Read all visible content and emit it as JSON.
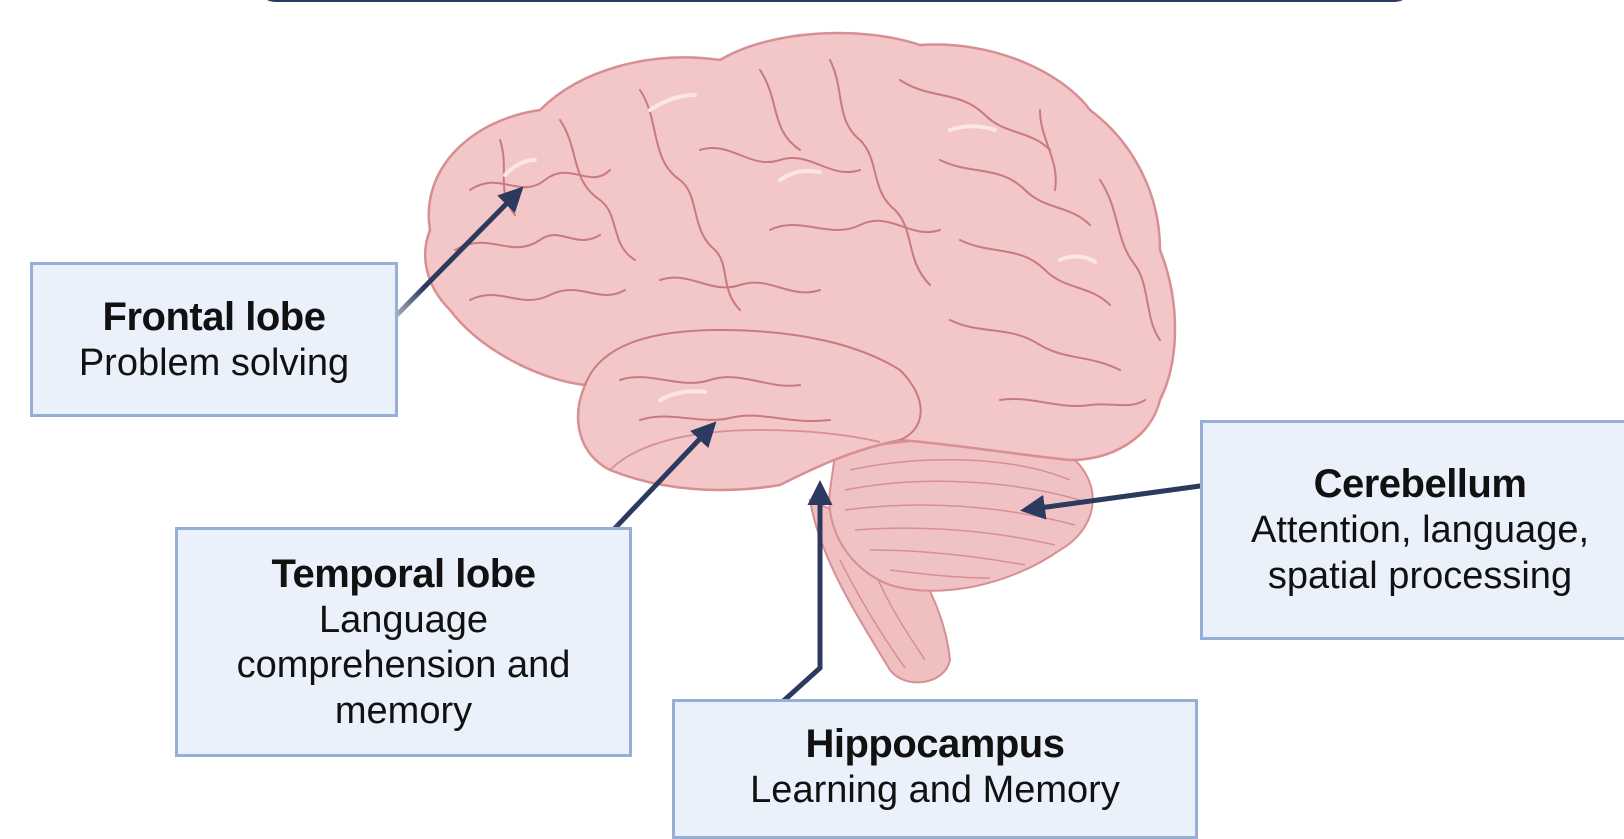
{
  "colors": {
    "arrow": "#2c3a60",
    "box_fill": "#eaf1fb",
    "box_border": "#97aed6",
    "brain_fill": "#f2c3c5",
    "brain_outline": "#d88f93",
    "brain_fold": "#c97a80"
  },
  "labels": {
    "frontal": {
      "title": "Frontal lobe",
      "lines": [
        "Problem solving"
      ]
    },
    "temporal": {
      "title": "Temporal lobe",
      "lines": [
        "Language",
        "comprehension and",
        "memory"
      ]
    },
    "hippocampus": {
      "title": "Hippocampus",
      "lines": [
        "Learning and Memory"
      ]
    },
    "cerebellum": {
      "title": "Cerebellum",
      "lines": [
        "Attention, language,",
        "spatial processing"
      ]
    }
  }
}
